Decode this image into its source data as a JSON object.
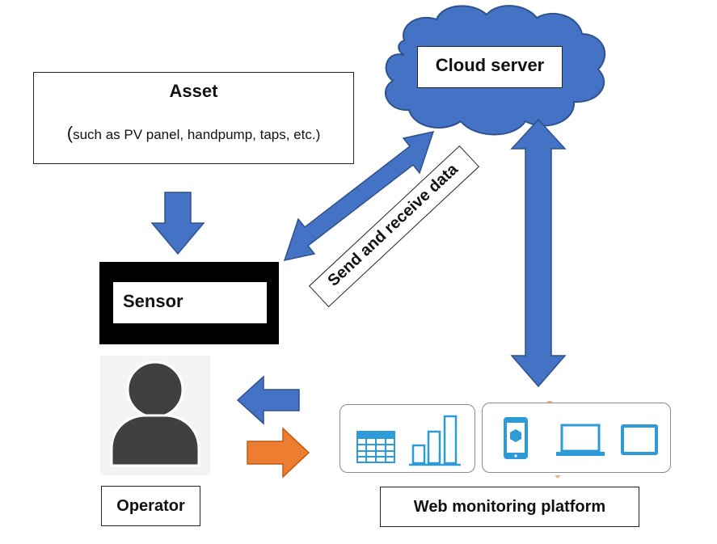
{
  "asset": {
    "title": "Asset",
    "subtitle_paren_open": "(",
    "subtitle": "such as PV panel, handpump, taps, etc.)"
  },
  "cloud": {
    "label": "Cloud server"
  },
  "sensor": {
    "label": "Sensor"
  },
  "link": {
    "label": "Send and receive data"
  },
  "operator": {
    "label": "Operator"
  },
  "platform": {
    "label": "Web monitoring platform"
  },
  "icons": [
    "cloud-icon",
    "person-icon",
    "table-icon",
    "bar-chart-icon",
    "smartphone-icon",
    "laptop-icon",
    "tablet-icon"
  ],
  "colors": {
    "arrow_blue": "#4472c4",
    "arrow_blue_border": "#2f528f",
    "arrow_orange": "#ed7d31",
    "icon_blue": "#2e9bd9",
    "person_gray": "#404040"
  }
}
